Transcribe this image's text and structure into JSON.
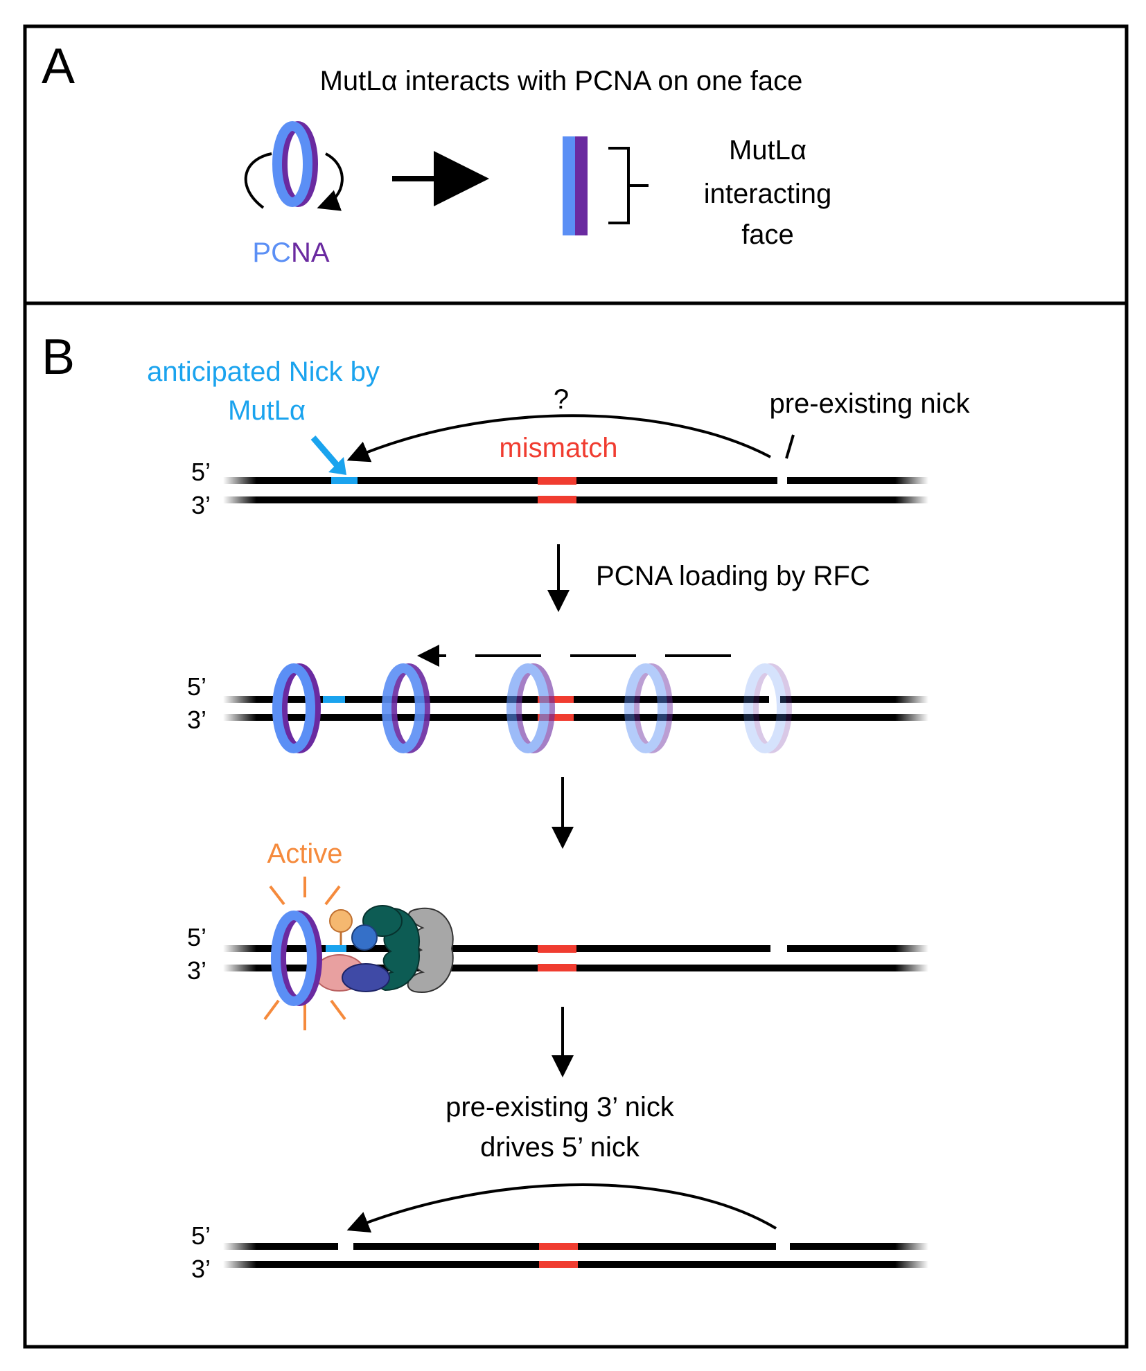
{
  "panel_a": {
    "letter": "A",
    "title": "MutLα interacts with PCNA on one face",
    "pcna_label_pc": "PC",
    "pcna_label_na": "NA",
    "face_label_line1": "MutLα",
    "face_label_line2": "interacting",
    "face_label_line3": "face"
  },
  "panel_b": {
    "letter": "B",
    "anticipated_nick_line1": "anticipated Nick by",
    "anticipated_nick_line2": "MutLα",
    "question_mark": "?",
    "pre_existing_nick": "pre-existing nick",
    "mismatch": "mismatch",
    "step1_label": "PCNA loading by RFC",
    "active": "Active",
    "step3_line1": "pre-existing 3’ nick",
    "step3_line2": "drives 5’ nick",
    "five_prime": "5’",
    "three_prime": "3’"
  },
  "colors": {
    "pcna_light_blue": "#5b8ff5",
    "pcna_purple": "#6a2aa0",
    "nick_blue": "#1aa3ee",
    "mismatch_red": "#f03c30",
    "active_orange": "#f58a3c",
    "dark_teal": "#0d5c54",
    "gray_protein": "#a7a7a7"
  }
}
